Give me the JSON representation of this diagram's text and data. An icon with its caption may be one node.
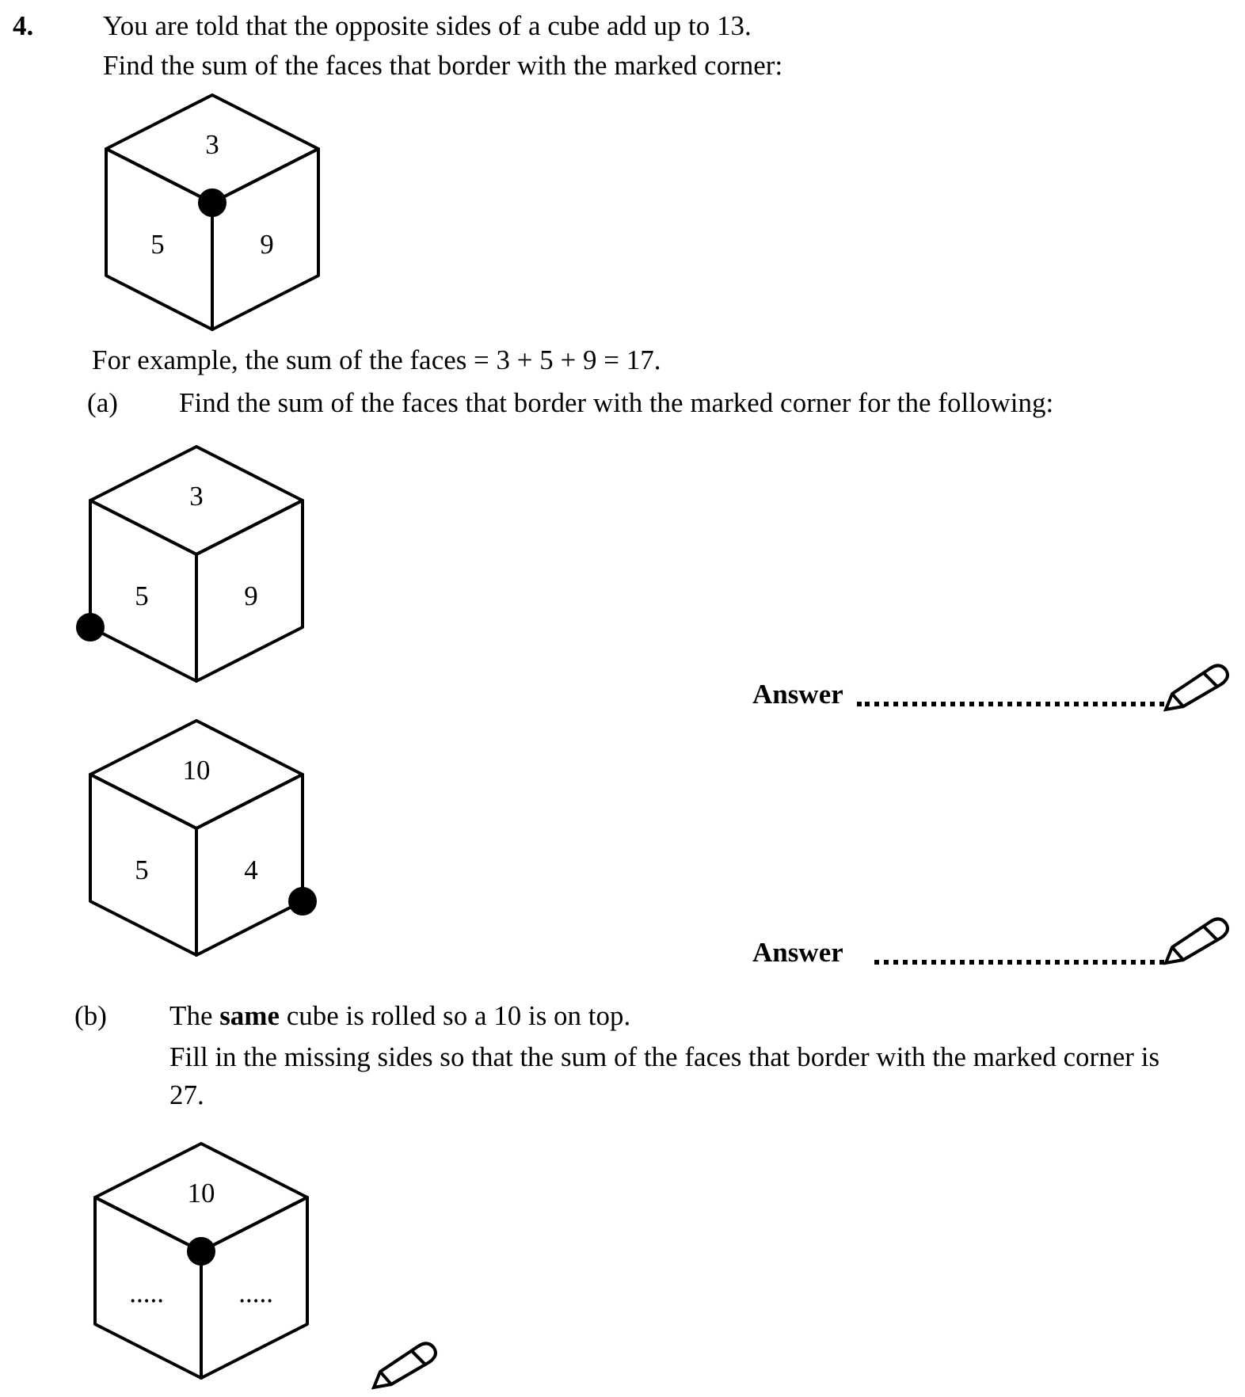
{
  "diagram": {
    "nodes": [
      {
        "text": [
          "3"
        ]
      },
      {
        "text": [
          "5"
        ]
      },
      {
        "text": [
          "9"
        ]
      },
      {
        "text": [
          "3"
        ]
      },
      {
        "text": [
          "5"
        ]
      },
      {
        "text": [
          "9"
        ]
      },
      {
        "text": [
          "10"
        ]
      },
      {
        "text": [
          "5"
        ]
      },
      {
        "text": [
          "4"
        ]
      },
      {
        "text": [
          "10"
        ]
      },
      {
        "text": [
          "....."
        ]
      },
      {
        "text": [
          "....."
        ]
      }
    ],
    "labels": [
      "4.",
      "You are told that the opposite sides of a cube add up to 13.",
      "Find the sum of the faces that border with the marked corner:",
      "For example, the sum of the faces = 3 + 5 + 9 = 17.",
      "(a)",
      "Find the sum of the faces that border with the marked corner for the following:",
      "Answer",
      "Answer",
      "(b)",
      "The **same** cube is rolled so a 10 is on top.",
      "Fill in the missing sides so that the sum of the faces that border with the marked corner is 27."
    ]
  }
}
